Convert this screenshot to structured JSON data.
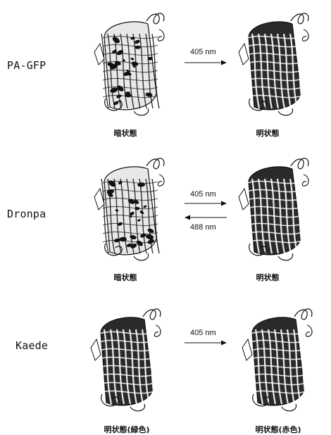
{
  "rows": [
    {
      "protein": "PA-GFP",
      "left_state": "暗状態",
      "right_state": "明状態",
      "forward_label": "405 nm",
      "reverse_label": ""
    },
    {
      "protein": "Dronpa",
      "left_state": "暗状態",
      "right_state": "明状態",
      "forward_label": "405 nm",
      "reverse_label": "488 nm"
    },
    {
      "protein": "Kaede",
      "left_state": "明状態(緑色)",
      "right_state": "明状態(赤色)",
      "forward_label": "405 nm",
      "reverse_label": ""
    }
  ],
  "colors": {
    "ink": "#111111",
    "paper": "#ffffff"
  }
}
